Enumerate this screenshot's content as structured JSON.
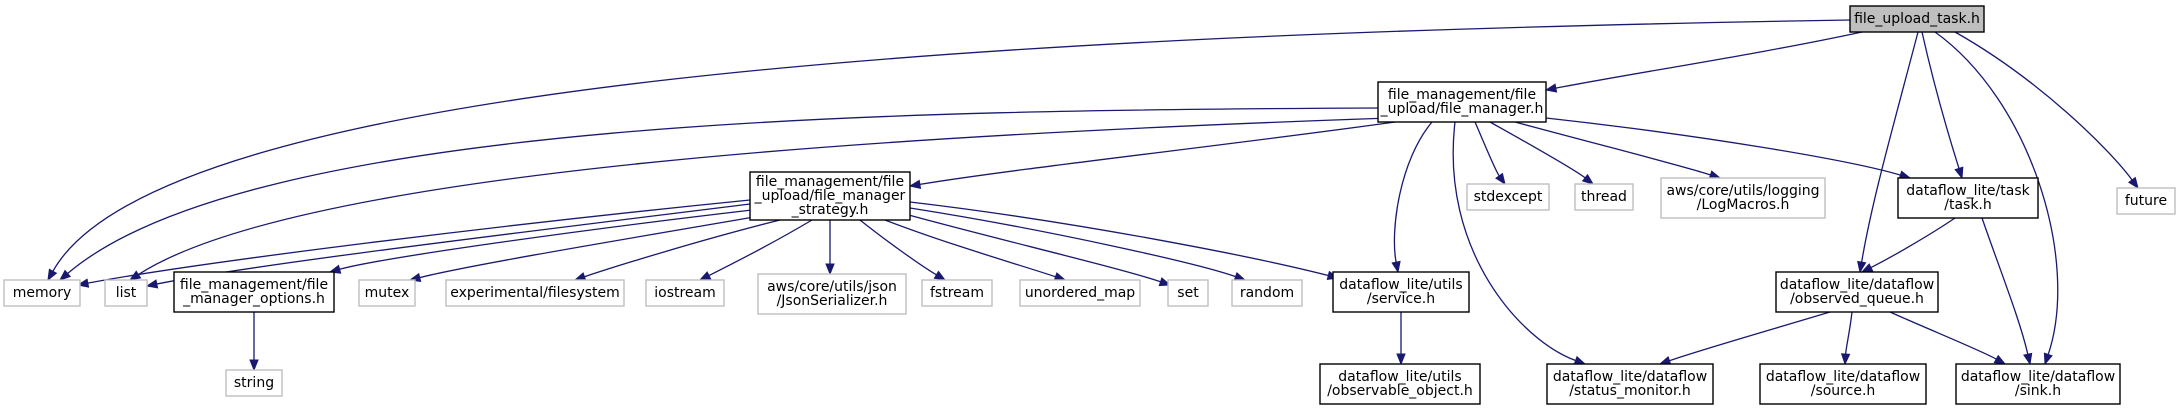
{
  "graph": {
    "root": "file_upload_task.h",
    "colors": {
      "edge": "#191970",
      "root_fill": "#bfbfbf",
      "internal_border": "#000000",
      "external_border": "#bfbfbf",
      "text": "#000000"
    },
    "nodes": {
      "root": {
        "lines": [
          "file_upload_task.h"
        ],
        "kind": "root"
      },
      "fm": {
        "lines": [
          "file_management/file",
          "_upload/file_manager.h"
        ],
        "kind": "internal"
      },
      "future": {
        "lines": [
          "future"
        ],
        "kind": "external"
      },
      "fms": {
        "lines": [
          "file_management/file",
          "_upload/file_manager",
          "_strategy.h"
        ],
        "kind": "internal"
      },
      "stdexcept": {
        "lines": [
          "stdexcept"
        ],
        "kind": "external"
      },
      "thread": {
        "lines": [
          "thread"
        ],
        "kind": "external"
      },
      "logmacros": {
        "lines": [
          "aws/core/utils/logging",
          "/LogMacros.h"
        ],
        "kind": "external"
      },
      "task": {
        "lines": [
          "dataflow_lite/task",
          "/task.h"
        ],
        "kind": "internal"
      },
      "memory": {
        "lines": [
          "memory"
        ],
        "kind": "external"
      },
      "list": {
        "lines": [
          "list"
        ],
        "kind": "external"
      },
      "fmo": {
        "lines": [
          "file_management/file",
          "_manager_options.h"
        ],
        "kind": "internal"
      },
      "mutex": {
        "lines": [
          "mutex"
        ],
        "kind": "external"
      },
      "expfs": {
        "lines": [
          "experimental/filesystem"
        ],
        "kind": "external"
      },
      "iostream": {
        "lines": [
          "iostream"
        ],
        "kind": "external"
      },
      "json": {
        "lines": [
          "aws/core/utils/json",
          "/JsonSerializer.h"
        ],
        "kind": "external"
      },
      "fstream": {
        "lines": [
          "fstream"
        ],
        "kind": "external"
      },
      "umap": {
        "lines": [
          "unordered_map"
        ],
        "kind": "external"
      },
      "set": {
        "lines": [
          "set"
        ],
        "kind": "external"
      },
      "random": {
        "lines": [
          "random"
        ],
        "kind": "external"
      },
      "service": {
        "lines": [
          "dataflow_lite/utils",
          "/service.h"
        ],
        "kind": "internal"
      },
      "oq": {
        "lines": [
          "dataflow_lite/dataflow",
          "/observed_queue.h"
        ],
        "kind": "internal"
      },
      "string": {
        "lines": [
          "string"
        ],
        "kind": "external"
      },
      "obsobj": {
        "lines": [
          "dataflow_lite/utils",
          "/observable_object.h"
        ],
        "kind": "internal"
      },
      "statusmon": {
        "lines": [
          "dataflow_lite/dataflow",
          "/status_monitor.h"
        ],
        "kind": "internal"
      },
      "source": {
        "lines": [
          "dataflow_lite/dataflow",
          "/source.h"
        ],
        "kind": "internal"
      },
      "sink": {
        "lines": [
          "dataflow_lite/dataflow",
          "/sink.h"
        ],
        "kind": "internal"
      }
    },
    "edges": [
      [
        "root",
        "fm"
      ],
      [
        "root",
        "memory"
      ],
      [
        "root",
        "future"
      ],
      [
        "root",
        "task"
      ],
      [
        "root",
        "oq"
      ],
      [
        "root",
        "sink"
      ],
      [
        "fm",
        "fms"
      ],
      [
        "fm",
        "memory"
      ],
      [
        "fm",
        "list"
      ],
      [
        "fm",
        "stdexcept"
      ],
      [
        "fm",
        "thread"
      ],
      [
        "fm",
        "logmacros"
      ],
      [
        "fm",
        "task"
      ],
      [
        "fm",
        "service"
      ],
      [
        "fm",
        "statusmon"
      ],
      [
        "fms",
        "memory"
      ],
      [
        "fms",
        "list"
      ],
      [
        "fms",
        "fmo"
      ],
      [
        "fms",
        "mutex"
      ],
      [
        "fms",
        "expfs"
      ],
      [
        "fms",
        "iostream"
      ],
      [
        "fms",
        "json"
      ],
      [
        "fms",
        "fstream"
      ],
      [
        "fms",
        "umap"
      ],
      [
        "fms",
        "set"
      ],
      [
        "fms",
        "random"
      ],
      [
        "fms",
        "service"
      ],
      [
        "fmo",
        "string"
      ],
      [
        "service",
        "obsobj"
      ],
      [
        "task",
        "oq"
      ],
      [
        "task",
        "sink"
      ],
      [
        "oq",
        "statusmon"
      ],
      [
        "oq",
        "source"
      ],
      [
        "oq",
        "sink"
      ]
    ]
  }
}
